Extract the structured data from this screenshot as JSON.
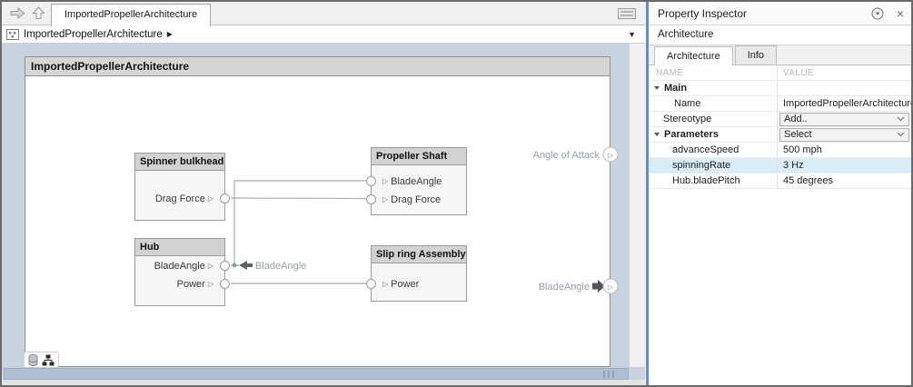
{
  "window": {
    "tab": "ImportedPropellerArchitecture",
    "breadcrumb": "ImportedPropellerArchitecture"
  },
  "icons": {
    "close": "×",
    "dropdown_caret": "▼",
    "breadcrumb_arrow": "▶",
    "port_arrow": "▷"
  },
  "colors": {
    "canvas_bg": "#c9d3df",
    "panel_focus_border": "#5b8fc7",
    "selected_row": "#d9edf9",
    "scrollbar": "#aebfd3"
  },
  "canvas": {
    "title": "ImportedPropellerArchitecture",
    "blocks": {
      "spinner": {
        "name": "Spinner bulkhead",
        "ports": {
          "drag_force": "Drag Force"
        }
      },
      "propeller_shaft": {
        "name": "Propeller Shaft",
        "ports": {
          "blade_angle": "BladeAngle",
          "drag_force": "Drag Force"
        }
      },
      "hub": {
        "name": "Hub",
        "ports": {
          "blade_angle": "BladeAngle",
          "power": "Power"
        }
      },
      "slip_ring": {
        "name": "Slip ring Assembly",
        "ports": {
          "power": "Power"
        }
      }
    },
    "connector_tag": "BladeAngle",
    "external_ports": {
      "angle_of_attack": "Angle of Attack",
      "blade_angle": "BladeAngle"
    }
  },
  "inspector": {
    "title": "Property Inspector",
    "selection": "Architecture",
    "tabs": {
      "architecture": "Architecture",
      "info": "Info"
    },
    "columns": {
      "name": "NAME",
      "value": "VALUE"
    },
    "main": {
      "label": "Main",
      "name_row": {
        "name": "Name",
        "value": "ImportedPropellerArchitecture"
      },
      "stereotype_row": {
        "name": "Stereotype",
        "value": "Add.."
      }
    },
    "parameters": {
      "label": "Parameters",
      "dropdown": "Select",
      "rows": [
        {
          "name": "advanceSpeed",
          "value": "500 mph"
        },
        {
          "name": "spinningRate",
          "value": "3 Hz"
        },
        {
          "name": "Hub.bladePitch",
          "value": "45 degrees"
        }
      ]
    }
  }
}
